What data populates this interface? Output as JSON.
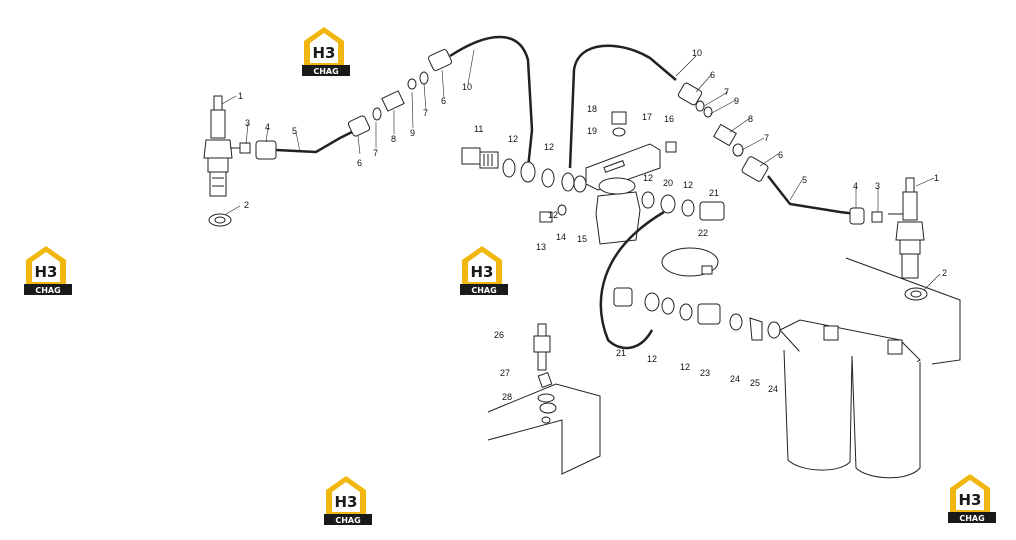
{
  "brand": {
    "logo_main": "H3",
    "logo_sub": "CHAG",
    "accent": "#f2b70f",
    "dark": "#1a1a1a"
  },
  "callouts": {
    "c1a": "1",
    "c1b": "1",
    "c2a": "2",
    "c2b": "2",
    "c3a": "3",
    "c3b": "3",
    "c4a": "4",
    "c4b": "4",
    "c5a": "5",
    "c5b": "5",
    "c6a": "6",
    "c6b": "6",
    "c6c": "6",
    "c6d": "6",
    "c7a": "7",
    "c7b": "7",
    "c7c": "7",
    "c7d": "7",
    "c8a": "8",
    "c8b": "8",
    "c9a": "9",
    "c9b": "9",
    "c10a": "10",
    "c10b": "10",
    "c11": "11",
    "c12a": "12",
    "c12b": "12",
    "c12c": "12",
    "c12d": "12",
    "c12e": "12",
    "c12f": "12",
    "c12g": "12",
    "c13": "13",
    "c14": "14",
    "c15": "15",
    "c16": "16",
    "c17": "17",
    "c18": "18",
    "c19": "19",
    "c20": "20",
    "c21a": "21",
    "c21b": "21",
    "c22": "22",
    "c23": "23",
    "c24a": "24",
    "c24b": "24",
    "c25": "25",
    "c26": "26",
    "c27": "27",
    "c28": "28"
  }
}
